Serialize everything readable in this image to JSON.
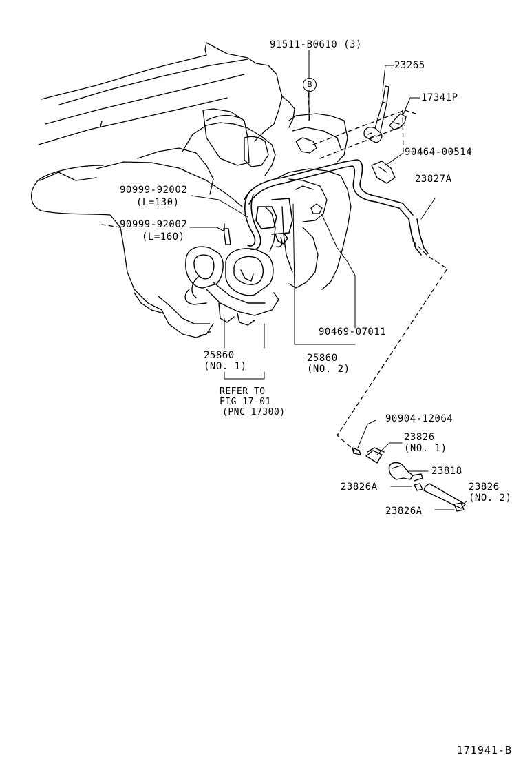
{
  "labels": {
    "bolt": "91511-B0610 (3)",
    "ref_b": "B",
    "p23265": "23265",
    "p17341p": "17341P",
    "p90464": "90464-00514",
    "p23827a": "23827A",
    "hose1_part": "90999-92002",
    "hose1_len": "(L=130)",
    "hose2_part": "90999-92002",
    "hose2_len": "(L=160)",
    "p90469": "90469-07011",
    "p25860_no1": "25860",
    "p25860_no1_sub": "(NO. 1)",
    "p25860_no2": "25860",
    "p25860_no2_sub": "(NO. 2)",
    "refer_1": "REFER TO",
    "refer_2": "FIG 17-01",
    "refer_3": "(PNC 17300)",
    "p90904": "90904-12064",
    "p23826_no1": "23826",
    "p23826_no1_sub": "(NO. 1)",
    "p23818": "23818",
    "p23826a_1": "23826A",
    "p23826_no2": "23826",
    "p23826_no2_sub": "(NO. 2)",
    "p23826a_2": "23826A",
    "figure_code": "171941-B"
  }
}
